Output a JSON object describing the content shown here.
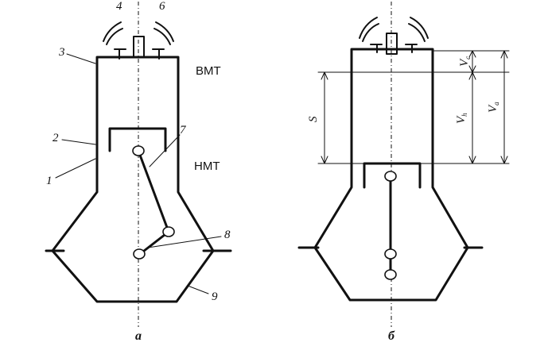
{
  "panel_a": {
    "caption": "а",
    "labels": {
      "l1": "1",
      "l2": "2",
      "l3": "3",
      "l4": "4",
      "l6": "6",
      "l7": "7",
      "l8": "8",
      "l9": "9"
    },
    "tdc": "ВМТ",
    "bdc": "НМТ"
  },
  "panel_b": {
    "caption": "б",
    "stroke_label": "S",
    "v_c": {
      "main": "V",
      "sub": "c"
    },
    "v_h": {
      "main": "V",
      "sub": "h"
    },
    "v_a": {
      "main": "V",
      "sub": "a"
    }
  }
}
